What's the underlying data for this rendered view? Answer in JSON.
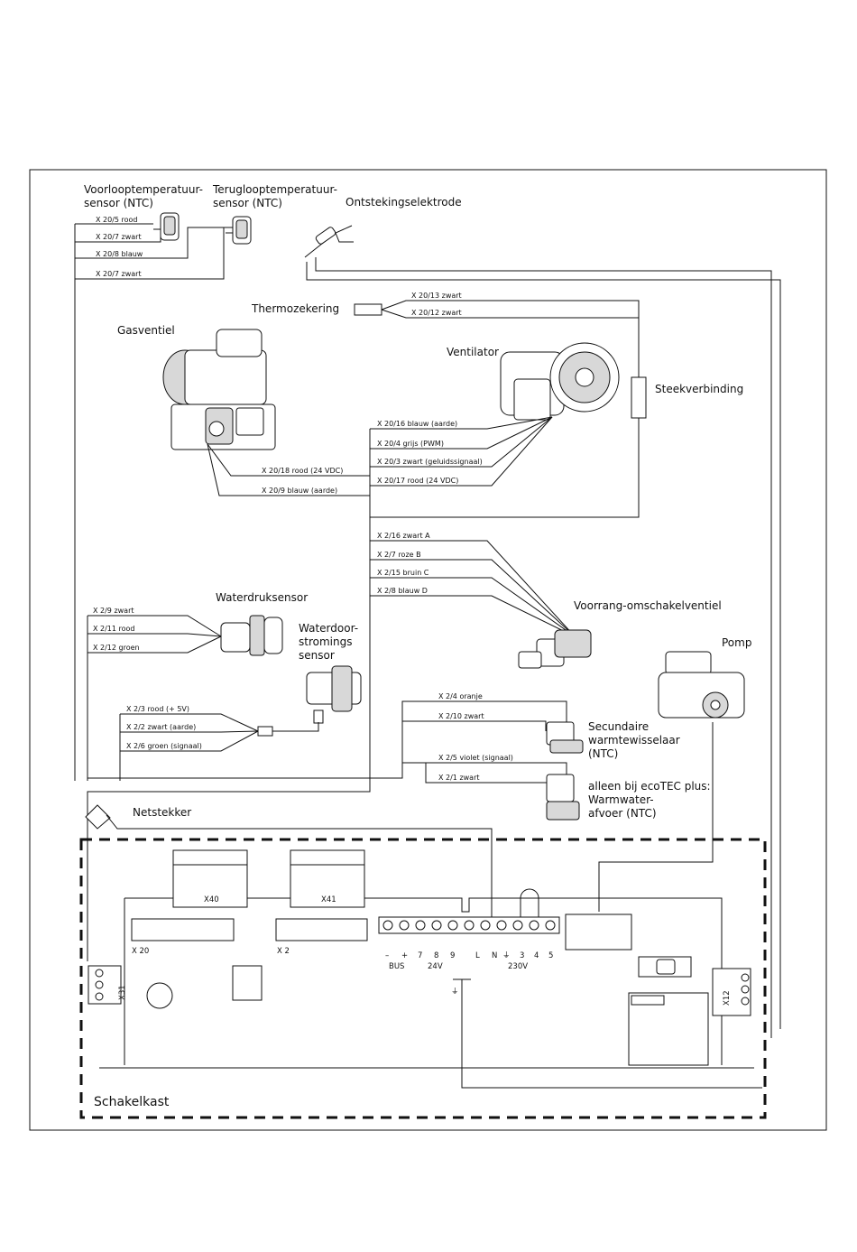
{
  "components": {
    "voorloop": "Voorlooptemperatuur-\nsensor (NTC)",
    "terugloop": "Teruglooptemperatuur-\nsensor (NTC)",
    "ontsteking": "Ontstekingselektrode",
    "thermozekering": "Thermozekering",
    "gasventiel": "Gasventiel",
    "ventilator": "Ventilator",
    "steekverbinding": "Steekverbinding",
    "waterdruksensor": "Waterdruksensor",
    "waterdoorstroming": "Waterdoor-\nstromings\nsensor",
    "voorrang": "Voorrang-omschakelventiel",
    "pomp": "Pomp",
    "secundaire": "Secundaire\nwarmtewisselaar\n(NTC)",
    "ecotec": "alleen bij ecoTEC plus:\nWarmwater-\nafvoer (NTC)",
    "netstekker": "Netstekker",
    "schakelkast": "Schakelkast"
  },
  "wires": {
    "w1": "X 20/5 rood",
    "w2": "X 20/7 zwart",
    "w3": "X 20/8 blauw",
    "w4": "X 20/7 zwart",
    "w5": "X 20/13 zwart",
    "w6": "X 20/12 zwart",
    "w7": "X 20/16 blauw (aarde)",
    "w8": "X 20/4 grijs (PWM)",
    "w9": "X 20/3 zwart (geluidssignaal)",
    "w10": "X 20/17 rood (24 VDC)",
    "w11": "X 20/18 rood (24 VDC)",
    "w12": "X 20/9 blauw (aarde)",
    "w13": "X 2/16 zwart A",
    "w14": "X 2/7 roze B",
    "w15": "X 2/15 bruin C",
    "w16": "X 2/8 blauw D",
    "w17": "X 2/9 zwart",
    "w18": "X 2/11 rood",
    "w19": "X 2/12 groen",
    "w20": "X 2/3 rood (+ 5V)",
    "w21": "X 2/2 zwart (aarde)",
    "w22": "X 2/6 groen (signaal)",
    "w23": "X 2/4 oranje",
    "w24": "X 2/10  zwart",
    "w25": "X 2/5 violet (signaal)",
    "w26": "X 2/1  zwart"
  },
  "board": {
    "x40": "X40",
    "x41": "X41",
    "x20": "X 20",
    "x2": "X 2",
    "x31": "X31",
    "x12": "X12",
    "terminals": [
      "–",
      "+",
      "7",
      "8",
      "9",
      "L",
      "N",
      "⏚",
      "3",
      "4",
      "5"
    ],
    "bus": "BUS",
    "v24": "24V",
    "v230": "230V",
    "ground": "⏚"
  }
}
